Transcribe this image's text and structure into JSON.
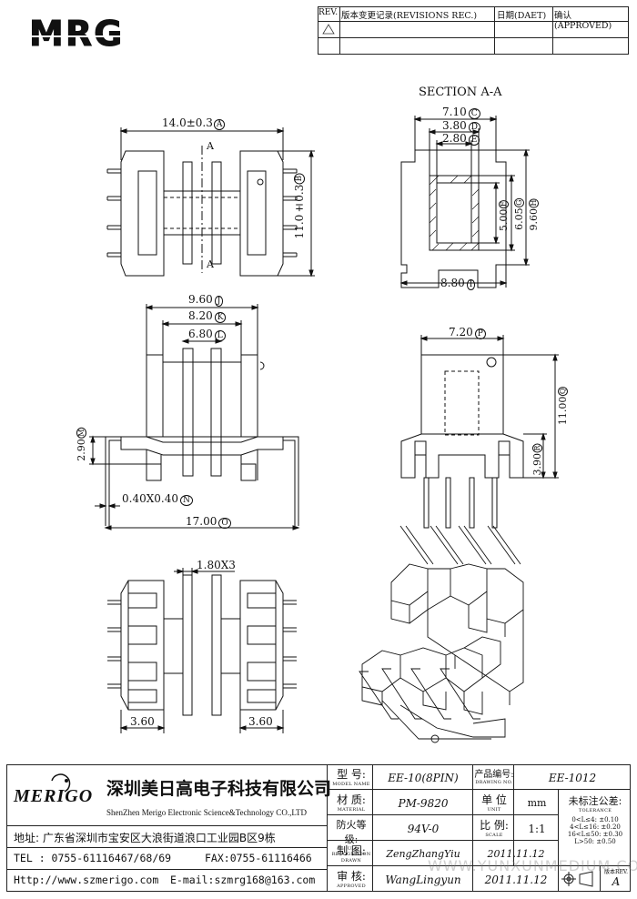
{
  "logo": {
    "text": "MRG"
  },
  "revisions": {
    "headers": [
      "REV.",
      "版本变更记录(REVISIONS REC.)",
      "日期(DAET)",
      "确认(APPROVED)"
    ]
  },
  "section": {
    "title": "SECTION A-A"
  },
  "dims": {
    "top_width": "14.0±0.3",
    "top_width_tag": "A",
    "top_height": "11.0±0.3",
    "top_height_tag": "B",
    "cut_a1": "A",
    "cut_a2": "A",
    "sec_710": "7.10",
    "sec_710_tag": "C",
    "sec_380": "3.80",
    "sec_380_tag": "D",
    "sec_280": "2.80",
    "sec_280_tag": "E",
    "sec_500": "5.00",
    "sec_500_tag": "F",
    "sec_605": "6.05",
    "sec_605_tag": "G",
    "sec_960": "9.60",
    "sec_960_tag": "H",
    "sec_880": "8.80",
    "sec_880_tag": "I",
    "front_960": "9.60",
    "front_960_tag": "J",
    "front_820": "8.20",
    "front_820_tag": "K",
    "front_680": "6.80",
    "front_680_tag": "L",
    "front_290": "2.90",
    "front_290_tag": "M",
    "front_pin": "0.40X0.40",
    "front_pin_tag": "N",
    "front_1700": "17.00",
    "front_1700_tag": "O",
    "side_720": "7.20",
    "side_720_tag": "P",
    "side_1100": "11.00",
    "side_1100_tag": "Q",
    "side_390": "3.90",
    "side_390_tag": "R",
    "bottom_180": "1.80X3",
    "bottom_360_left": "3.60",
    "bottom_360_right": "3.60"
  },
  "company": {
    "brand": "MERIGO",
    "name_cn": "深圳美日高电子科技有限公司",
    "name_en": "ShenZhen Merigo Electronic Science&Technology CO.,LTD",
    "address": "地址: 广东省深圳市宝安区大浪街道浪口工业园B区9栋",
    "tel": "TEL : 0755-61116467/68/69",
    "fax": "FAX:0755-61116466",
    "web": "Http://www.szmerigo.com",
    "email": "E-mail:szmrg168@163.com"
  },
  "titleblock": {
    "model_label_cn": "型 号:",
    "model_label_en": "MODEL NAME",
    "model_value": "EE-10(8PIN)",
    "drawing_label_cn": "产品编号:",
    "drawing_label_en": "DRAWING NO.",
    "drawing_value": "EE-1012",
    "material_label_cn": "材 质:",
    "material_label_en": "MATERIAL",
    "material_value": "PM-9820",
    "unit_label_cn": "单 位",
    "unit_label_en": "UNIT",
    "unit_value": "mm",
    "fire_label_cn": "防火等级:",
    "fire_label_en": "UL RECOGNITION",
    "fire_value": "94V-0",
    "scale_label_cn": "比 例:",
    "scale_label_en": "SCALE",
    "scale_value": "1:1",
    "drawn_label_cn": "制 图:",
    "drawn_label_en": "DRAWN",
    "drawn_value": "ZengZhangYiu",
    "drawn_date": "2011.11.12",
    "approved_label_cn": "审 核:",
    "approved_label_en": "APPROVED",
    "approved_value": "WangLingyun",
    "approved_date": "2011.11.12",
    "tolerance_title_cn": "未标注公差:",
    "tolerance_title_en": "TOLERANCE",
    "tol_1": "0<L≤4: ±0.10",
    "tol_2": "4<L≤16: ±0.20",
    "tol_3": "16<L≤50: ±0.30",
    "tol_4": "L>50: ±0.50",
    "rev_label": "版本REV.",
    "rev_value": "A"
  },
  "watermark": "WWW.YUNXUNMEDIUM.COM"
}
